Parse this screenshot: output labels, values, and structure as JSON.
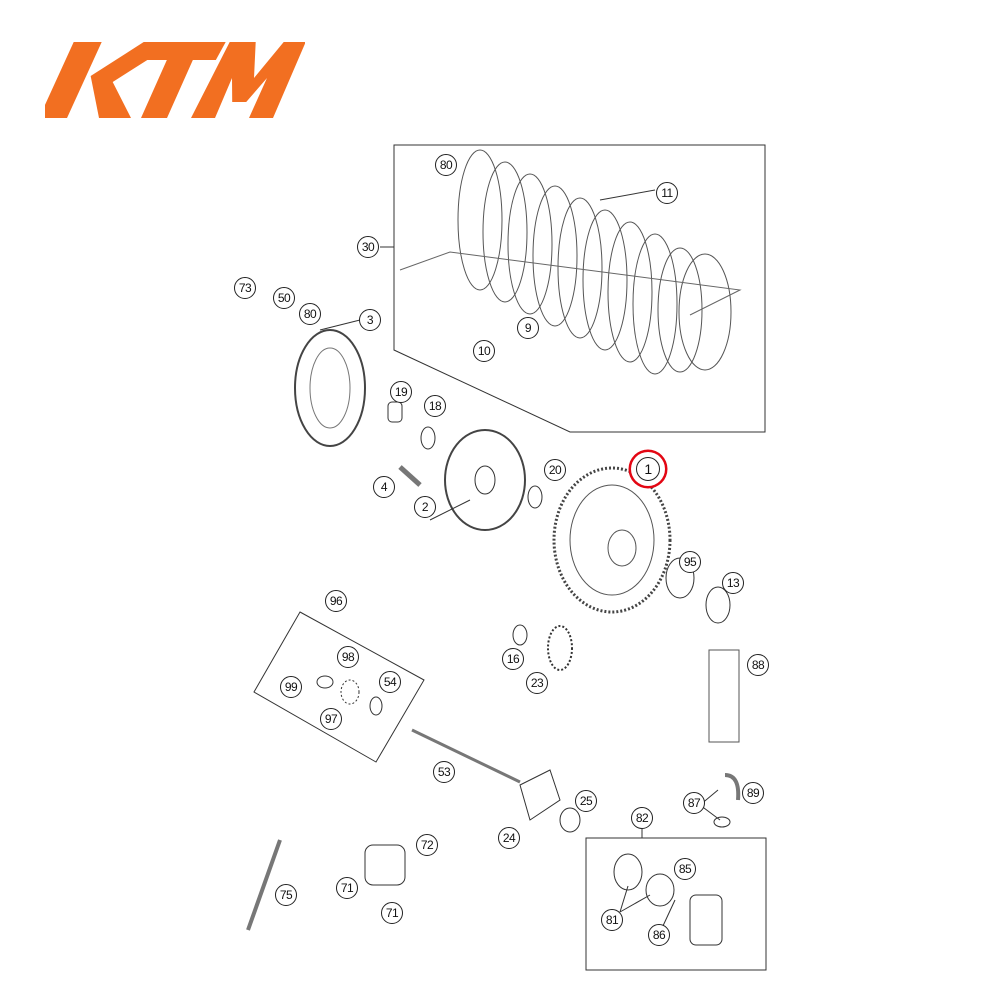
{
  "logo": {
    "text": "KTM",
    "color": "#f26f21"
  },
  "highlight_color": "#e30613",
  "highlighted_part": "1",
  "callouts": [
    "80",
    "11",
    "30",
    "73",
    "50",
    "80",
    "3",
    "9",
    "10",
    "19",
    "18",
    "20",
    "1",
    "4",
    "2",
    "95",
    "13",
    "96",
    "98",
    "16",
    "88",
    "99",
    "54",
    "23",
    "97",
    "53",
    "89",
    "87",
    "25",
    "24",
    "82",
    "72",
    "85",
    "71",
    "75",
    "81",
    "71",
    "86"
  ]
}
